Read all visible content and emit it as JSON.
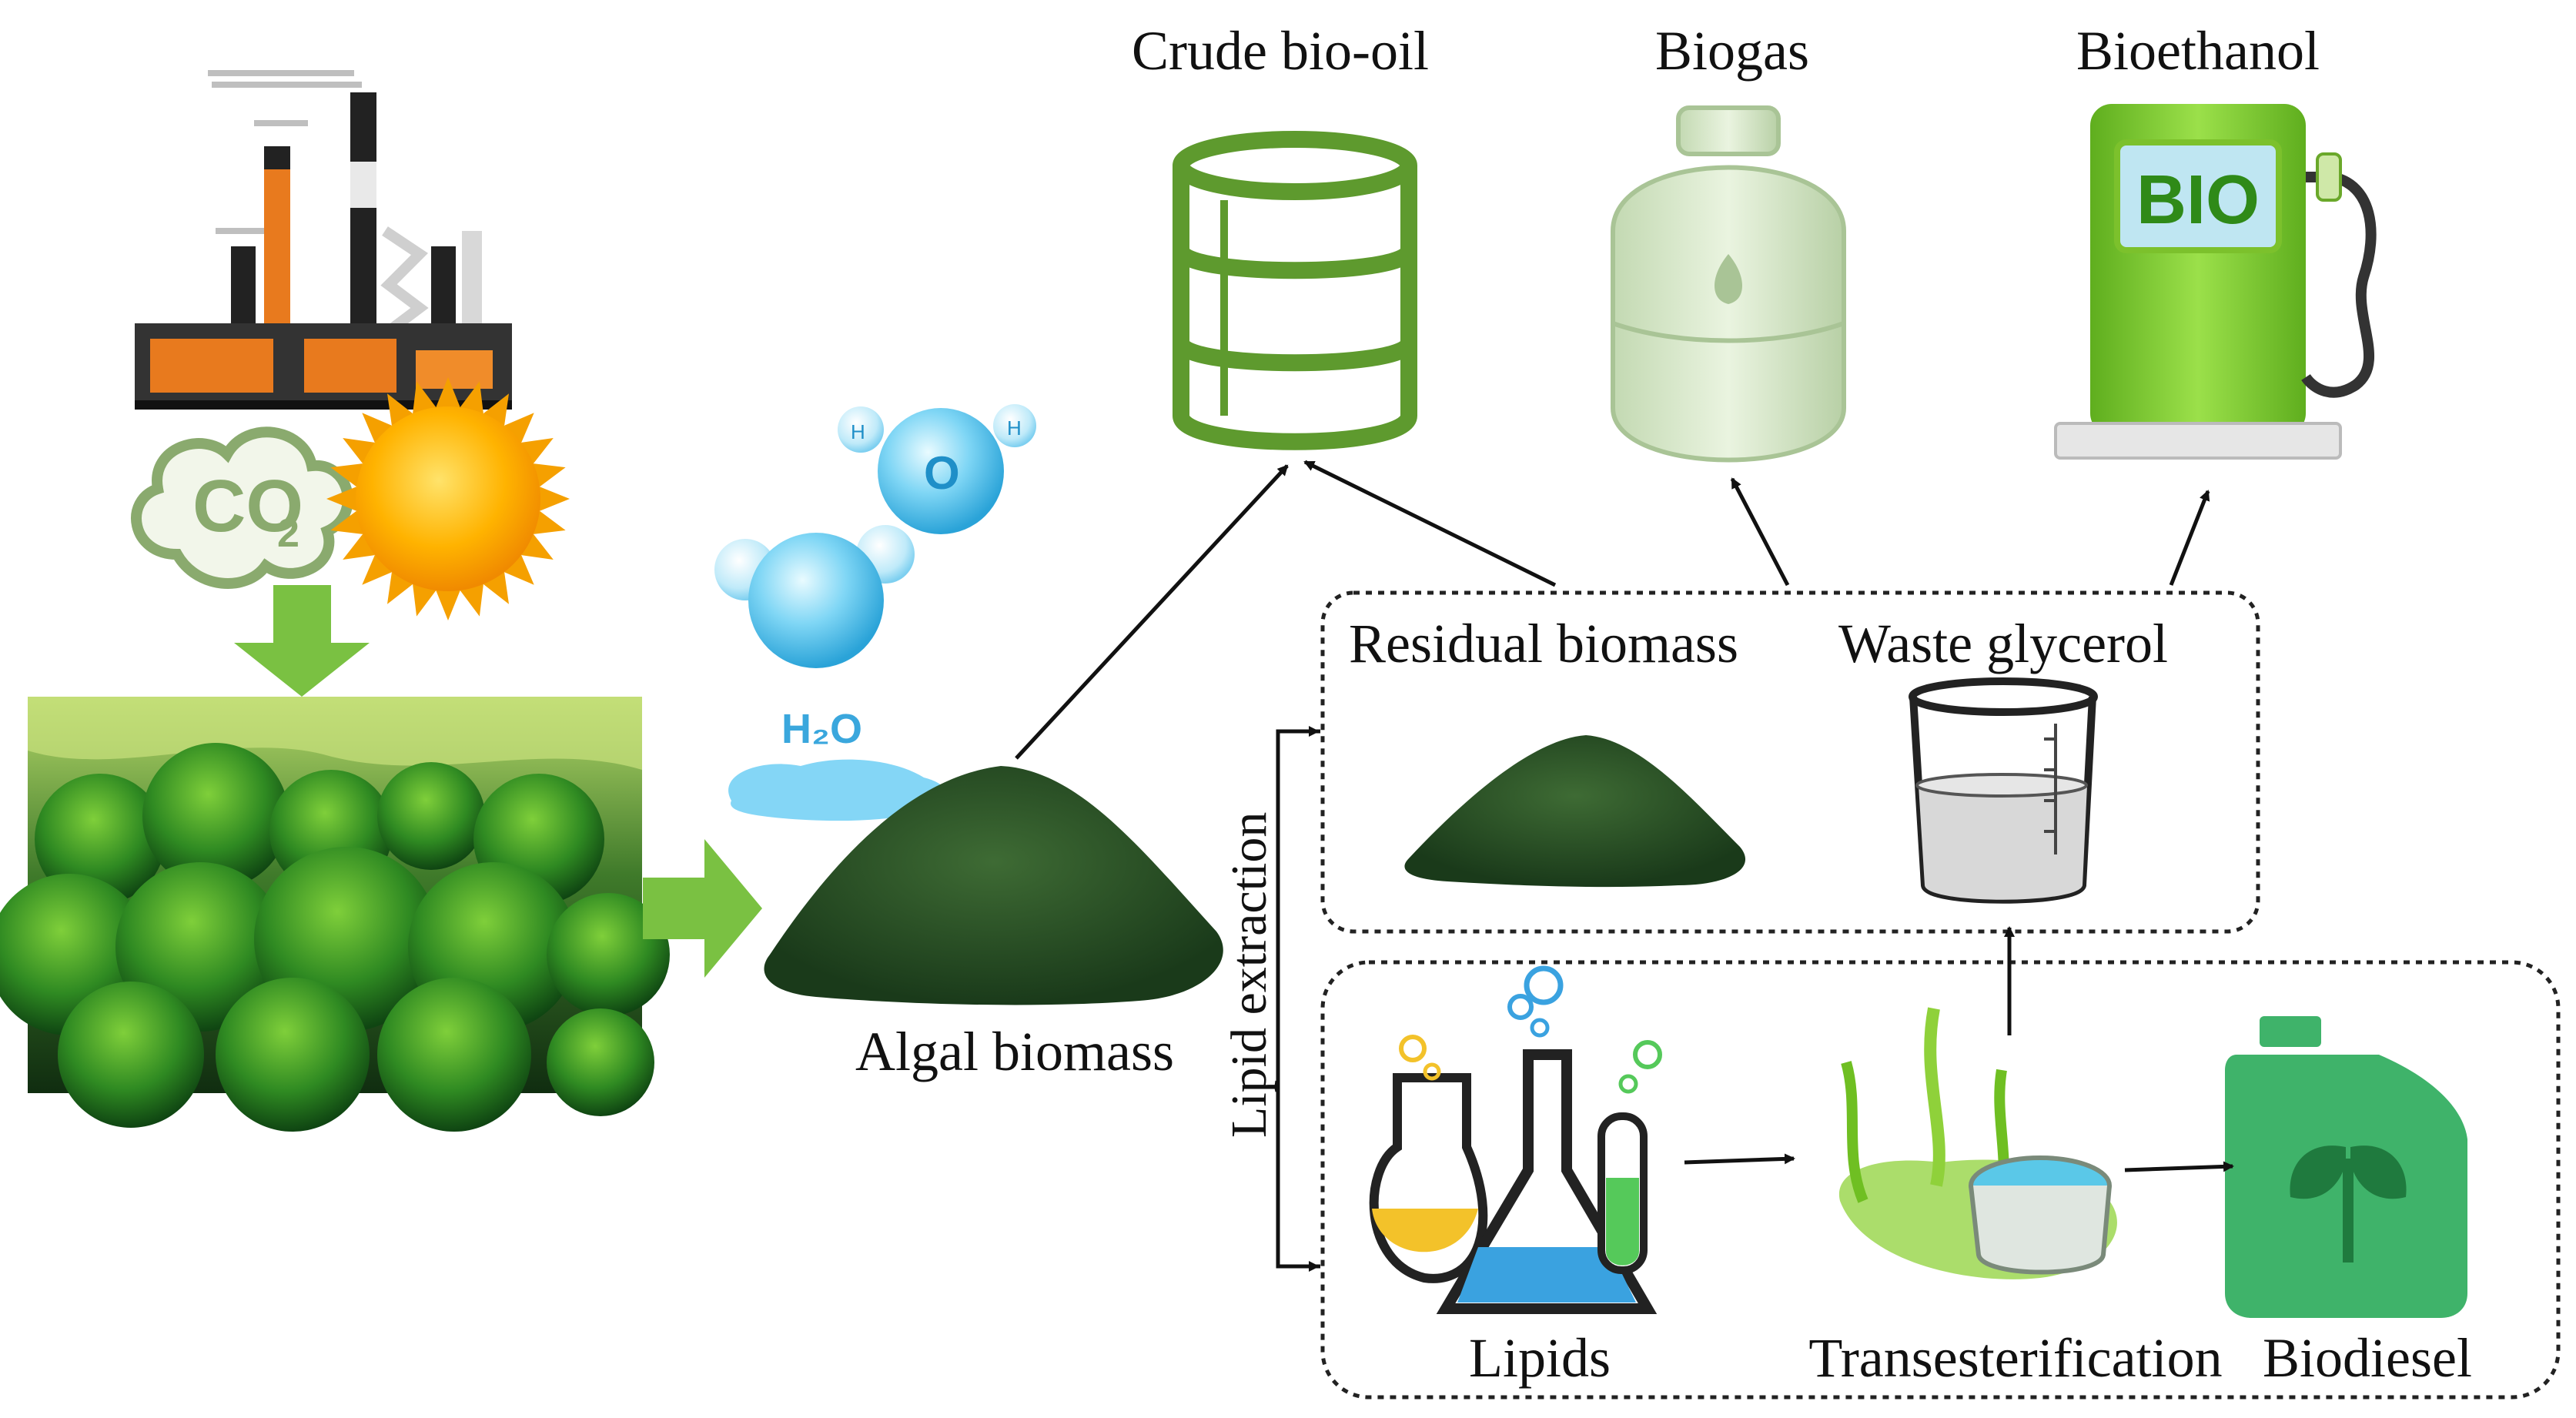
{
  "labels": {
    "crude_bio_oil": "Crude bio-oil",
    "biogas": "Biogas",
    "bioethanol": "Bioethanol",
    "residual_biomass": "Residual biomass",
    "waste_glycerol": "Waste glycerol",
    "algal_biomass": "Algal biomass",
    "lipid_extraction": "Lipid extraction",
    "lipids": "Lipids",
    "transesterification": "Transesterification",
    "biodiesel": "Biodiesel"
  },
  "icon_text": {
    "co2_main": "CO",
    "co2_sub": "2",
    "h2o": "H₂O",
    "water_o": "O",
    "water_h_left": "H",
    "water_h_right": "H",
    "bio_pump": "BIO"
  },
  "colors": {
    "accent_green": "#7ac142",
    "dark_green": "#2f5e2a",
    "barrel_green": "#5e9a2e",
    "pump_green": "#8fd13a",
    "sun_orange": "#f5a000",
    "water_blue": "#4fc3f7",
    "line": "#111111"
  }
}
